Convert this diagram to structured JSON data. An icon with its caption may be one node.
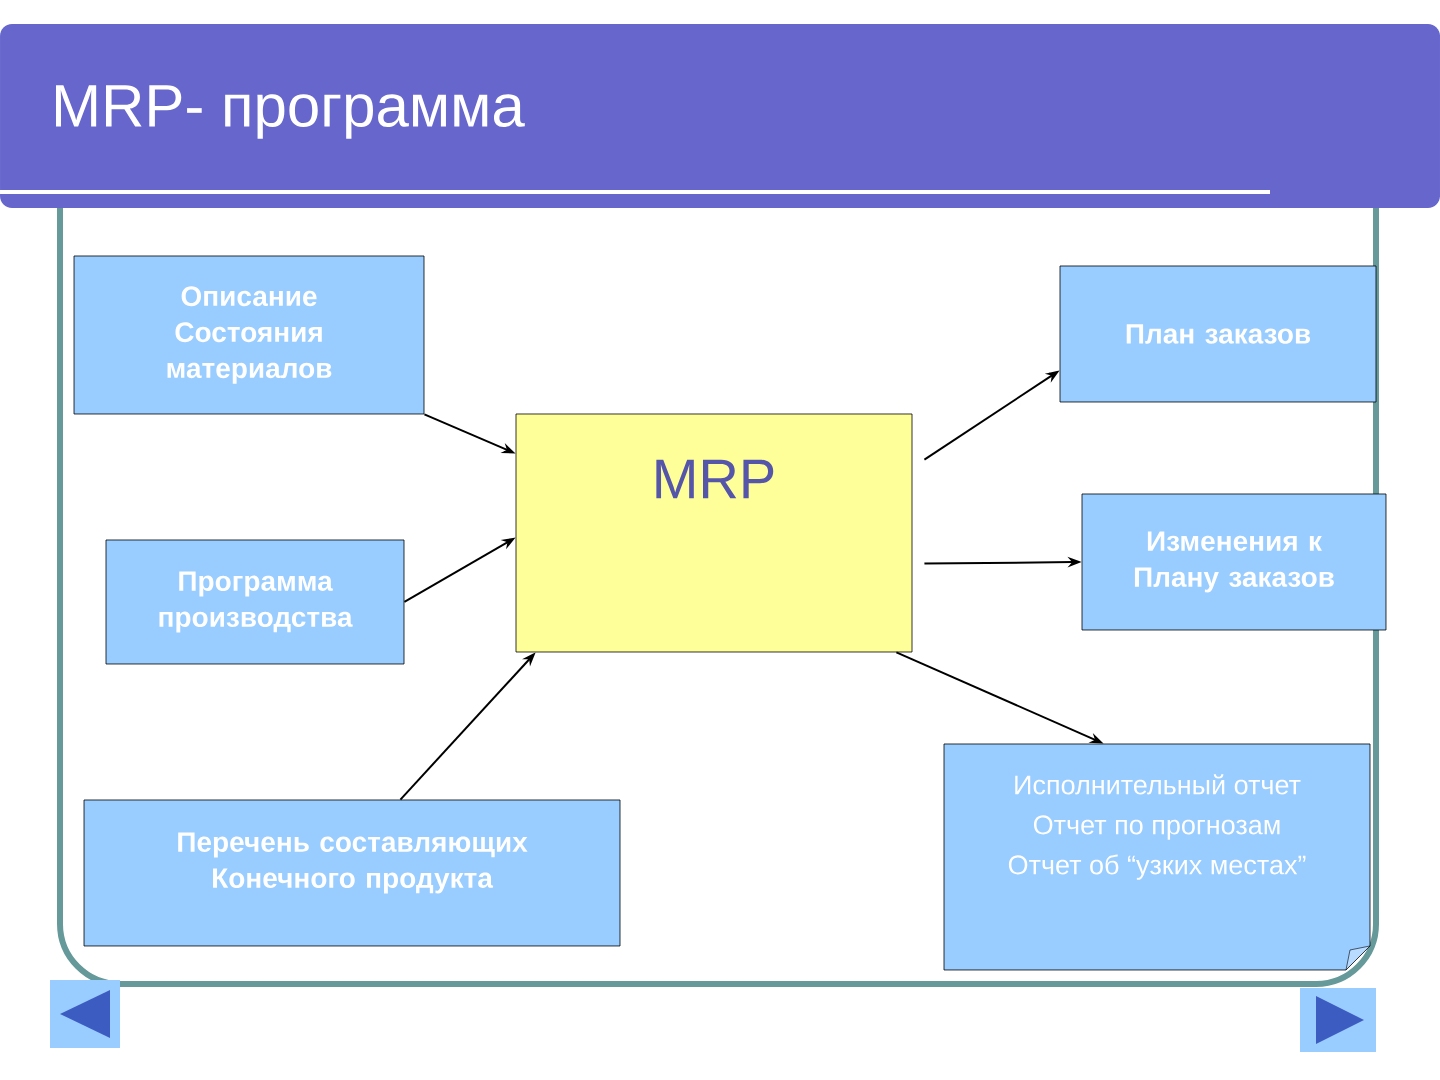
{
  "diagram": {
    "title": "MRP- программа",
    "nodes": [
      {
        "text": [
          "Описание Состояния материалов"
        ]
      },
      {
        "text": [
          "Программа производства"
        ]
      },
      {
        "text": [
          "Перечень составляющих Конечного продукта"
        ]
      },
      {
        "text": [
          "MRP"
        ]
      },
      {
        "text": [
          "План заказов"
        ]
      },
      {
        "text": [
          "Изменения к Плану заказов"
        ]
      },
      {
        "text": [
          "Исполнительный отчет",
          "Отчет по прогнозам",
          "Отчет об “узких местах”"
        ]
      }
    ],
    "edges": [
      {
        "from": 0,
        "to": 3,
        "arrow": "to"
      },
      {
        "from": 1,
        "to": 3,
        "arrow": "to"
      },
      {
        "from": 2,
        "to": 3,
        "arrow": "to"
      },
      {
        "from": 3,
        "to": 4,
        "arrow": "to"
      },
      {
        "from": 3,
        "to": 5,
        "arrow": "to"
      },
      {
        "from": 3,
        "to": 6,
        "arrow": "to"
      }
    ]
  }
}
